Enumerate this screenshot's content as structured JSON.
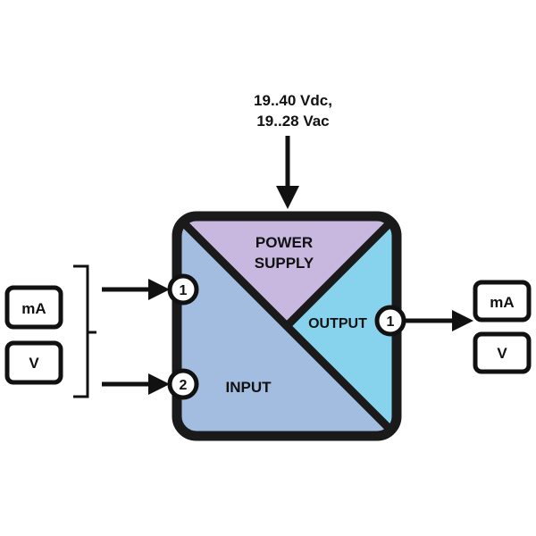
{
  "power_supply": {
    "voltage_dc": "19..40 Vdc,",
    "voltage_ac": "19..28 Vac"
  },
  "module": {
    "power_label_line1": "POWER",
    "power_label_line2": "SUPPLY",
    "input_label": "INPUT",
    "output_label": "OUTPUT"
  },
  "terminals": {
    "input_1": "1",
    "input_2": "2",
    "output_1": "1"
  },
  "input_options": {
    "ma": "mA",
    "v": "V"
  },
  "output_options": {
    "ma": "mA",
    "v": "V"
  },
  "colors": {
    "power_supply_fill": "#c8b8e0",
    "input_fill": "#a3bde0",
    "output_fill": "#87d3ee",
    "outline": "#1a1a1a"
  }
}
